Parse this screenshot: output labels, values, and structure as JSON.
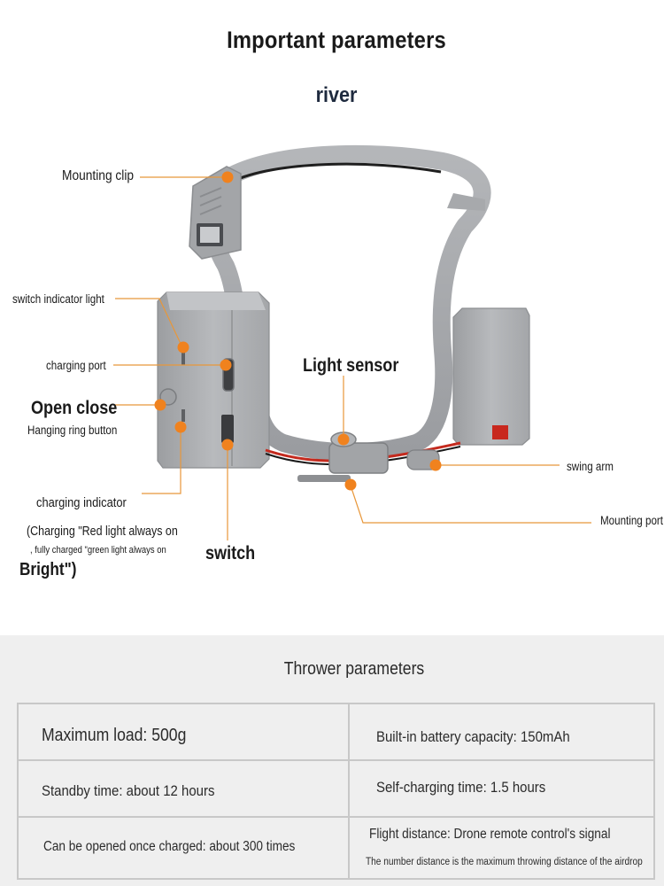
{
  "header": {
    "title": "Important parameters",
    "subtitle": "river"
  },
  "callouts": {
    "mounting_clip": "Mounting clip",
    "switch_indicator_light": "switch indicator light",
    "charging_port": "charging port",
    "light_sensor": "Light sensor",
    "open_close": "Open close",
    "hanging_ring_button": "Hanging ring button",
    "swing_arm": "swing arm",
    "mounting_port": "Mounting port",
    "charging_indicator": "charging indicator",
    "charging_note_line1": "(Charging \"Red light always on",
    "charging_note_line2": ", fully charged \"green light always on",
    "charging_note_line3": "Bright\")",
    "switch": "switch"
  },
  "colors": {
    "accent_orange": "#f0821e",
    "callout_line": "#e8973a",
    "device_gray": "#a9abae",
    "panel_bg": "#efefef",
    "table_border": "#c8c8c8"
  },
  "params": {
    "title": "Thrower parameters",
    "rows": [
      [
        "Maximum load: 500g",
        "Built-in battery capacity: 150mAh"
      ],
      [
        "Standby time: about 12 hours",
        "Self-charging time: 1.5 hours"
      ],
      [
        "Can be opened once charged: about 300 times",
        "Flight distance: Drone remote control's signal"
      ]
    ],
    "footnote": "The number distance is the maximum throwing distance of the airdrop"
  }
}
